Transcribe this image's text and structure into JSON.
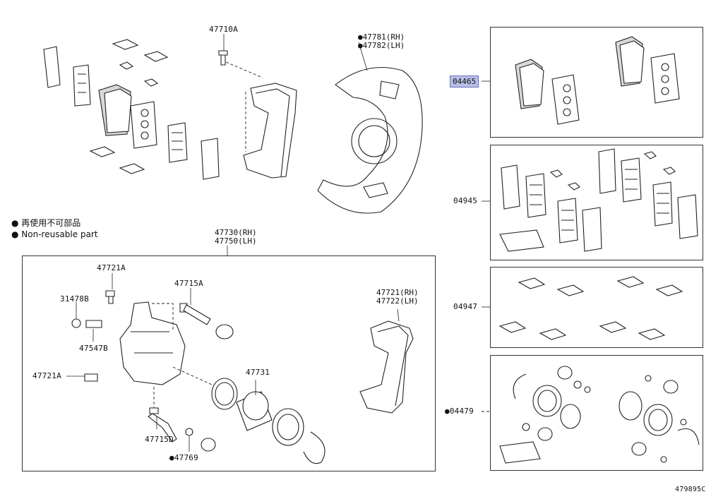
{
  "legend": {
    "line1": "● 再使用不可部品",
    "line2": "● Non-reusable part"
  },
  "labels": {
    "l47710A": "47710A",
    "l47781": "●47781(RH)",
    "l47782": "●47782(LH)",
    "l47730": "47730(RH)",
    "l47750": "47750(LH)",
    "l47721A_top": "47721A",
    "l47715A": "47715A",
    "l31478B": "31478B",
    "l47547B": "47547B",
    "l47721A_bot": "47721A",
    "l47731": "47731",
    "l47721_rh": "47721(RH)",
    "l47722_lh": "47722(LH)",
    "l47715D": "47715D",
    "l47769": "●47769",
    "l04465": "04465",
    "l04945": "04945",
    "l04947": "04947",
    "l04479": "●04479",
    "diagram_code": "479895C"
  },
  "selected_part": "04465"
}
